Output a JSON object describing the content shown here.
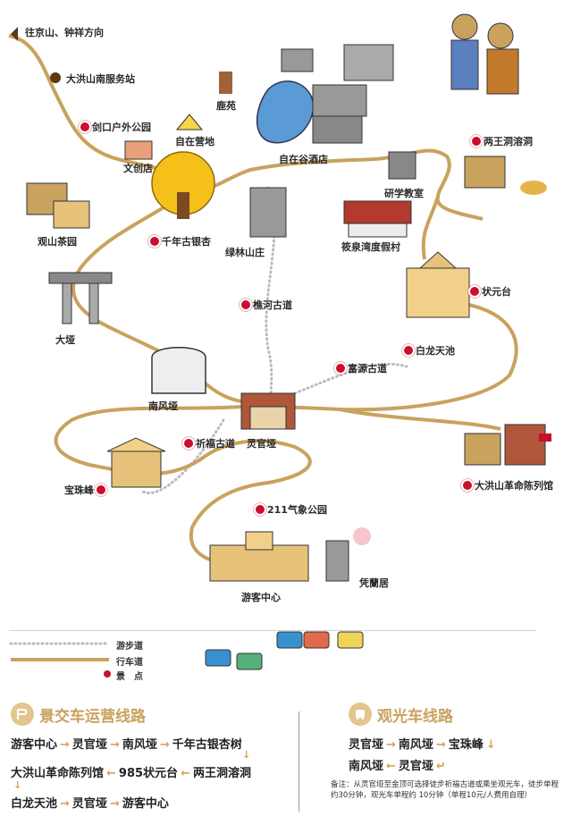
{
  "map": {
    "top_direction": "往京山、钟祥方向",
    "places": {
      "service_area": "大洪山南服务站",
      "jiankou": "剑口户外公园",
      "camp": "自在营地",
      "deer": "鹿苑",
      "shop": "文创店",
      "hotel": "自在谷酒店",
      "liangwang": "两王洞溶洞",
      "tea": "观山茶园",
      "ginkgo": "千年古银杏",
      "lvlin": "绿林山庄",
      "study": "研学教室",
      "resort": "筱泉湾度假村",
      "zhuangyuan": "状元台",
      "dayan": "大垭",
      "qiaohe": "樵河古道",
      "bailong": "白龙天池",
      "fuyuan": "富源古道",
      "nanfeng": "南风垭",
      "lingguan": "灵官垭",
      "qifu": "祈福古道",
      "museum": "大洪山革命陈列馆",
      "baozhu": "宝珠峰",
      "weather": "211气象公园",
      "visitor": "游客中心",
      "pinglan": "凭蘭居"
    }
  },
  "legend": {
    "walk": "游步道",
    "drive": "行车道",
    "spot": "景　点"
  },
  "routes": {
    "shuttle": {
      "title": "景交车运营线路",
      "line1": [
        "游客中心",
        "灵官垭",
        "南风垭",
        "千年古银杏树"
      ],
      "line2": [
        "大洪山革命陈列馆",
        "985状元台",
        "两王洞溶洞"
      ],
      "line3": [
        "白龙天池",
        "灵官垭",
        "游客中心"
      ]
    },
    "sightseeing": {
      "title": "观光车线路",
      "line1": [
        "灵官垭",
        "南风垭",
        "宝珠峰"
      ],
      "line2": [
        "南风垭",
        "灵官垭"
      ],
      "note": "备注：从灵官垭至金顶可选择徒步祈福古道或乘坐观光车，徒步单程约30分钟，观光车单程约 10分钟（单程10元/人费用自理）"
    }
  },
  "colors": {
    "road": "#c9a25e",
    "trail": "#cccccc",
    "spot": "#c8102e",
    "accent": "#e2c58f"
  }
}
